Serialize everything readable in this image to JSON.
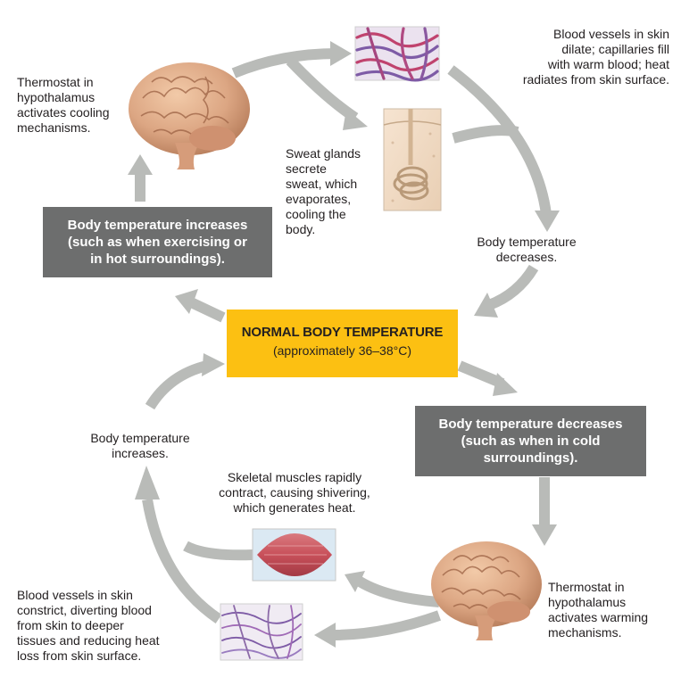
{
  "center": {
    "title": "NORMAL BODY TEMPERATURE",
    "subtitle": "(approximately 36–38°C)"
  },
  "increase_box": "Body temperature increases\n(such as when exercising or\nin hot surroundings).",
  "decrease_box": "Body temperature decreases\n(such as when in cold\nsurroundings).",
  "top": {
    "thermostat": "Thermostat in\nhypothalamus\nactivates cooling\nmechanisms.",
    "vessels": "Blood vessels in skin\ndilate; capillaries fill\nwith warm blood; heat\nradiates from skin surface.",
    "sweat": "Sweat glands\nsecrete\nsweat, which\nevaporates,\ncooling the\nbody.",
    "result": "Body temperature\ndecreases."
  },
  "bottom": {
    "result": "Body temperature\nincreases.",
    "shiver": "Skeletal muscles rapidly\ncontract, causing shivering,\nwhich generates heat.",
    "vessels": "Blood vessels in skin\nconstrict, diverting blood\nfrom skin to deeper\ntissues and reducing heat\nloss from skin surface.",
    "thermostat": "Thermostat in\nhypothalamus\nactivates warming\nmechanisms."
  },
  "colors": {
    "arrow": "#b9bbb8",
    "gray_box": "#6d6e6e",
    "yellow_box": "#fcc012",
    "brain": "#dca683",
    "vessel_red": "#c0436e",
    "vessel_purple": "#7e5ba6",
    "muscle": "#c8505a"
  },
  "icons": [
    "brain-icon",
    "dilated-vessels-icon",
    "sweat-gland-icon",
    "muscle-icon",
    "constricted-vessels-icon"
  ]
}
